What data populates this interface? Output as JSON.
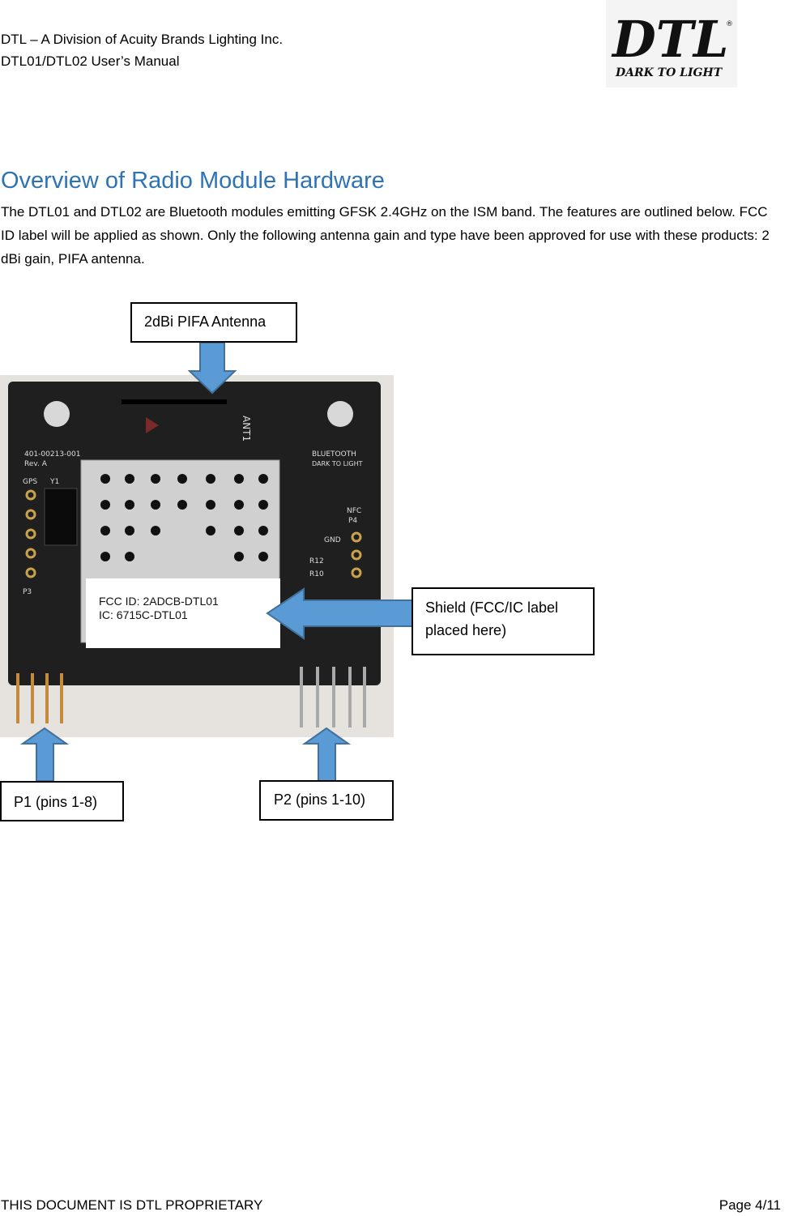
{
  "header": {
    "line1": "DTL – A Division of Acuity Brands Lighting Inc.",
    "line2": "DTL01/DTL02 User’s Manual",
    "logo": {
      "text": "DTL",
      "tagline": "DARK TO LIGHT",
      "mark": "®"
    }
  },
  "section": {
    "title": "Overview of Radio Module Hardware",
    "paragraph": "The DTL01 and DTL02 are Bluetooth modules emitting GFSK 2.4GHz on the ISM band.  The features are outlined below. FCC ID label will be applied as shown. Only the following antenna gain and type have been approved for use with these products:  2 dBi gain, PIFA antenna."
  },
  "figure": {
    "callouts": {
      "antenna": "2dBi PIFA Antenna",
      "shield": "Shield (FCC/IC label placed here)",
      "p1": "P1 (pins 1-8)",
      "p2": "P2 (pins 1-10)"
    },
    "label": {
      "fcc_id": "FCC ID: 2ADCB-DTL01",
      "ic": "IC: 6715C-DTL01"
    },
    "board_silkscreen": {
      "ant": "ANT1",
      "part": "401-00213-001",
      "rev": "Rev. A",
      "gps": "GPS",
      "y1": "Y1",
      "p3": "P3",
      "bluetooth": "BLUETOOTH",
      "dtl": "DARK TO LIGHT",
      "nfc": "NFC",
      "p4": "P4",
      "gnd": "GND",
      "r12": "R12",
      "r10": "R10"
    },
    "arrow_color": "#5b9bd5"
  },
  "footer": {
    "left": "THIS DOCUMENT IS DTL PROPRIETARY",
    "right": "Page 4/11"
  }
}
